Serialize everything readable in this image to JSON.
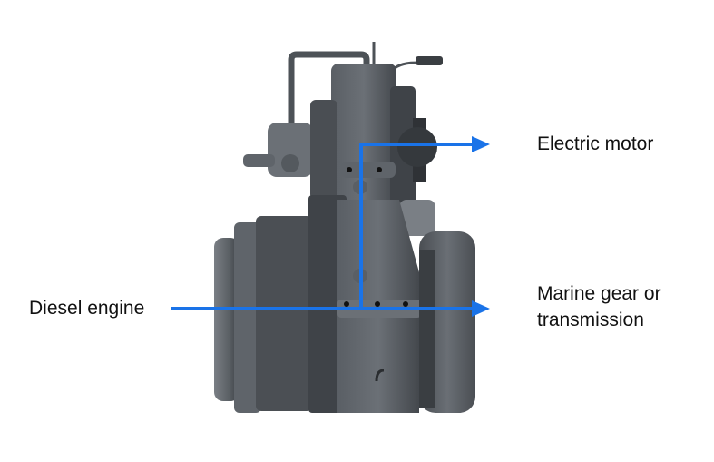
{
  "labels": {
    "electric_motor": "Electric motor",
    "diesel_engine": "Diesel engine",
    "marine_gear_line1": "Marine gear or",
    "marine_gear_line2": "transmission"
  },
  "colors": {
    "arrow": "#1a73e8",
    "machine_dark": "#3e4247",
    "machine_mid": "#555a60",
    "machine_light": "#70757b"
  }
}
